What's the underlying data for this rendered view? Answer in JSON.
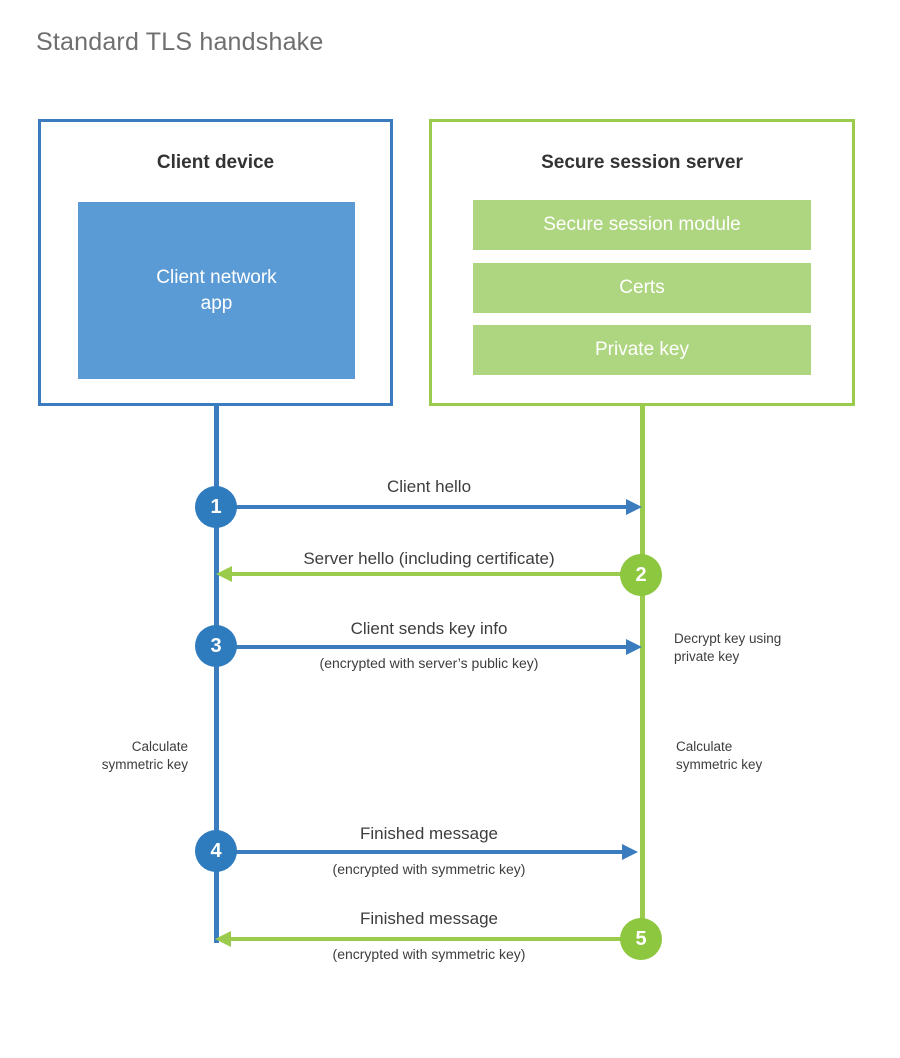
{
  "title": "Standard TLS handshake",
  "colors": {
    "client_accent": "#3a7cbe",
    "client_circle": "#2e7bbd",
    "client_fill": "#5b9bd5",
    "server_accent": "#9acb4c",
    "server_circle": "#8dc63f",
    "server_fill": "#aed57f",
    "title_text": "#6f6f6f",
    "body_text": "#3d3d3d"
  },
  "client_panel": {
    "title": "Client device",
    "app_label": "Client network\napp"
  },
  "server_panel": {
    "title": "Secure session server",
    "bars": [
      {
        "label": "Secure session module"
      },
      {
        "label": "Certs"
      },
      {
        "label": "Private key"
      }
    ]
  },
  "steps": [
    {
      "number": "1",
      "side": "client",
      "label": "Client hello",
      "sublabel": "",
      "direction": "right"
    },
    {
      "number": "2",
      "side": "server",
      "label": "Server hello (including certificate)",
      "sublabel": "",
      "direction": "left"
    },
    {
      "number": "3",
      "side": "client",
      "label": "Client sends key info",
      "sublabel": "(encrypted with server’s public key)",
      "direction": "right"
    },
    {
      "number": "4",
      "side": "client",
      "label": "Finished message",
      "sublabel": "(encrypted with symmetric key)",
      "direction": "right"
    },
    {
      "number": "5",
      "side": "server",
      "label": "Finished message",
      "sublabel": "(encrypted with symmetric key)",
      "direction": "left"
    }
  ],
  "notes": {
    "decrypt": "Decrypt key using\nprivate key",
    "calculate_client": "Calculate\nsymmetric key",
    "calculate_server": "Calculate\nsymmetric key"
  }
}
